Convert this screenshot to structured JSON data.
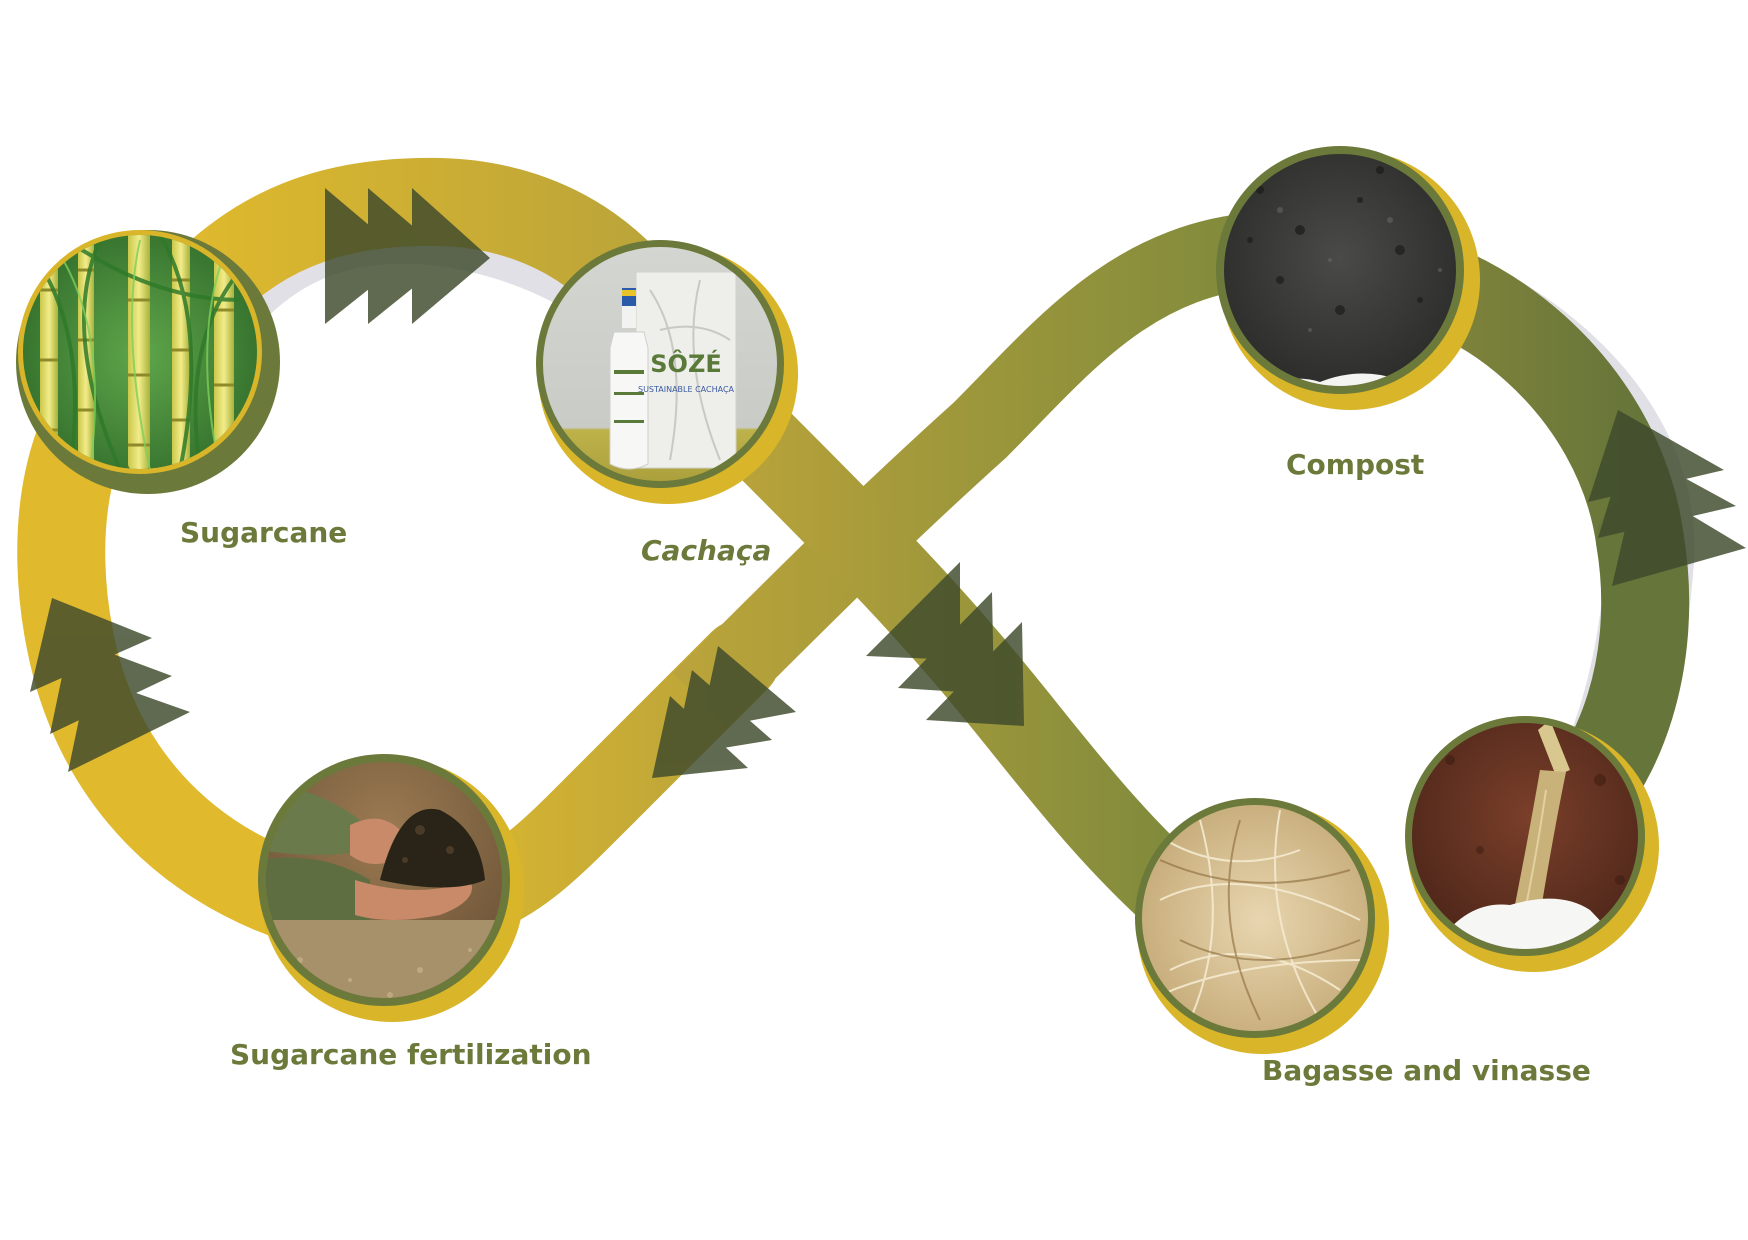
{
  "nodes": [
    {
      "id": "sugarcane",
      "label": "Sugarcane",
      "italic": false
    },
    {
      "id": "cachaca",
      "label": "Cachaça",
      "italic": true
    },
    {
      "id": "compost",
      "label": "Compost",
      "italic": false
    },
    {
      "id": "bagasse",
      "label": "Bagasse and vinasse",
      "italic": false
    },
    {
      "id": "fertilization",
      "label": "Sugarcane fertilization",
      "italic": false
    }
  ],
  "product": {
    "brand": "SÔZÉ",
    "tagline": "SUSTAINABLE CACHAÇA"
  },
  "colors": {
    "gold": "#d9b52a",
    "olive": "#8a8a38",
    "darkolive": "#6b7a3a",
    "arrow": "#3e4a2c",
    "label": "#6b7a3a"
  }
}
